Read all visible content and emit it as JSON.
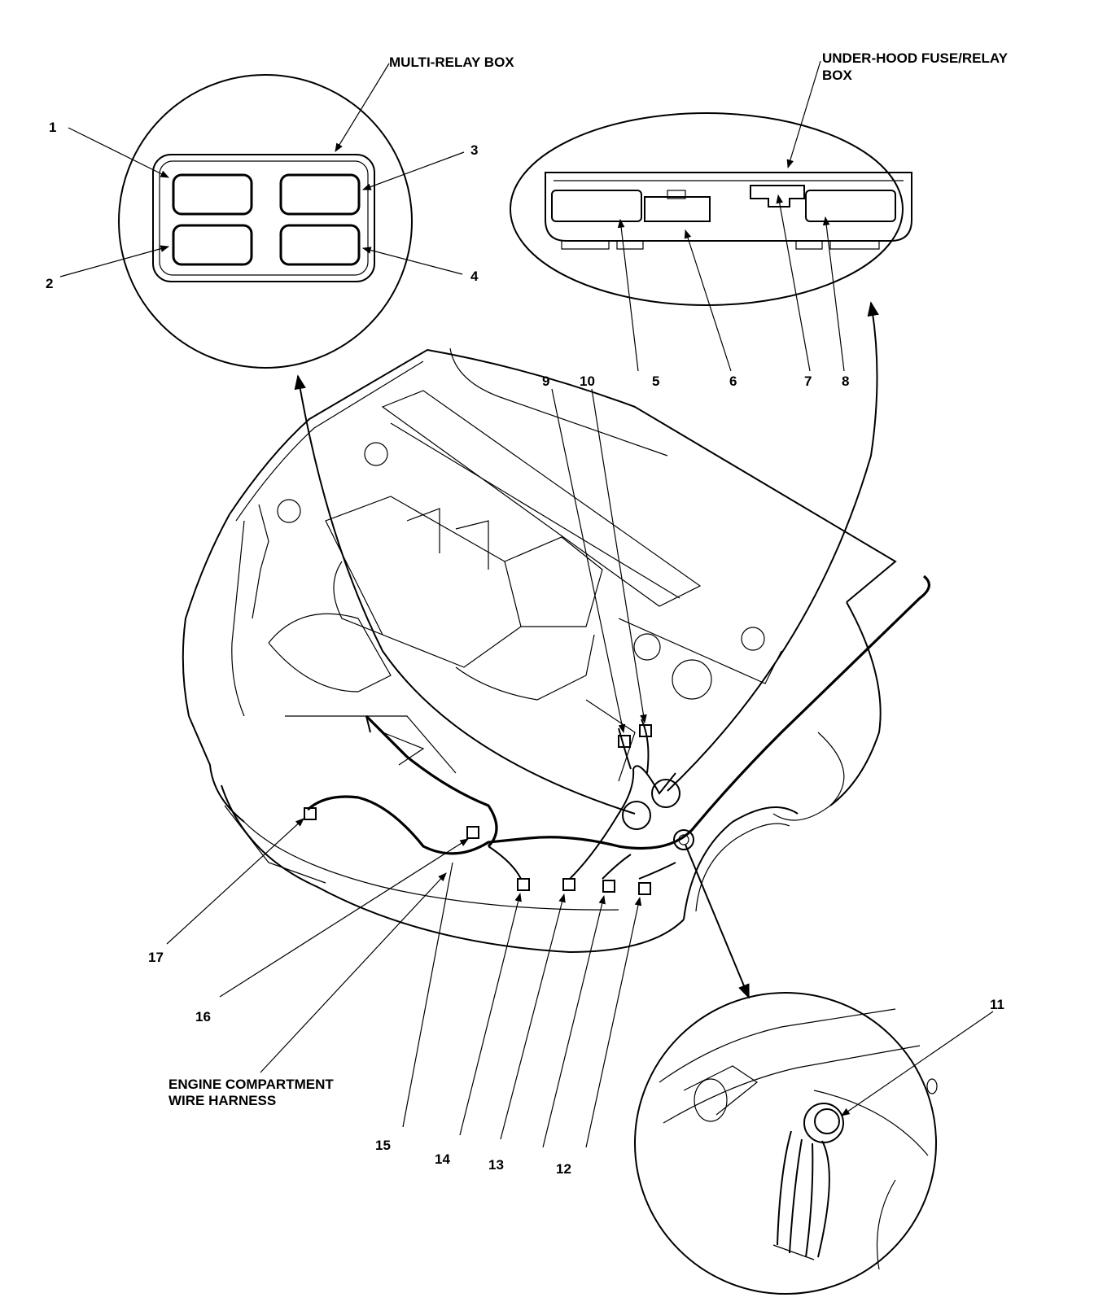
{
  "labels": {
    "multi_relay_box": "MULTI-RELAY BOX",
    "under_hood_line1": "UNDER-HOOD FUSE/RELAY",
    "under_hood_line2": "BOX",
    "harness_line1": "ENGINE COMPARTMENT",
    "harness_line2": "WIRE HARNESS"
  },
  "callouts": [
    "1",
    "2",
    "3",
    "4",
    "5",
    "6",
    "7",
    "8",
    "9",
    "10",
    "11",
    "12",
    "13",
    "14",
    "15",
    "16",
    "17"
  ],
  "colors": {
    "ink": "#000000",
    "paper": "#ffffff"
  }
}
